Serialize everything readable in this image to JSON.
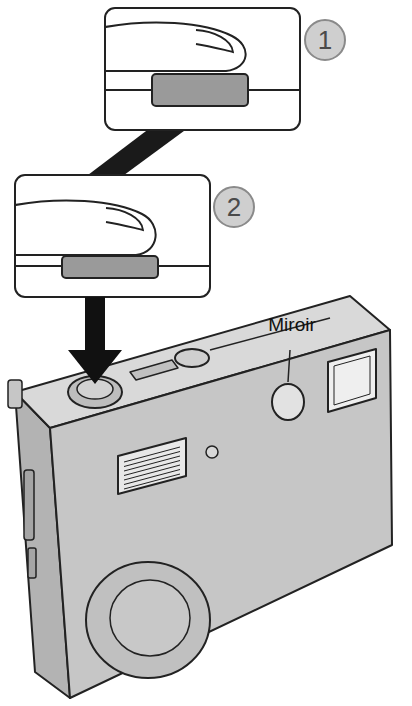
{
  "diagram": {
    "nodes": [
      {
        "text": [
          "1"
        ]
      },
      {
        "text": [
          "2"
        ]
      }
    ],
    "labels": [
      "Miroir"
    ]
  }
}
